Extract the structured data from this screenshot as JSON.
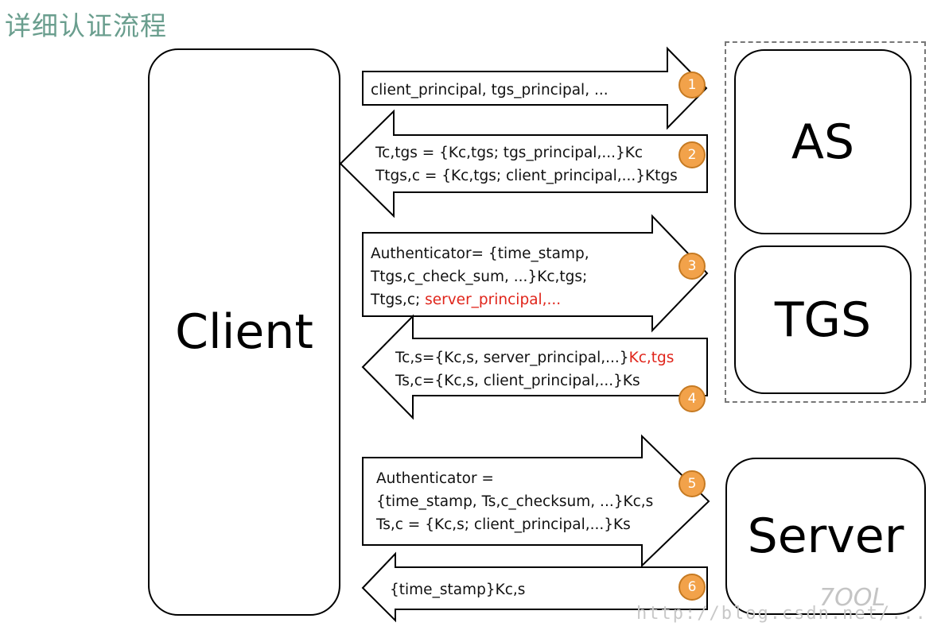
{
  "title": "详细认证流程",
  "nodes": {
    "client": "Client",
    "as": "AS",
    "tgs": "TGS",
    "server": "Server"
  },
  "messages": [
    {
      "step": "1",
      "direction": "right",
      "lines": [
        [
          {
            "text": "client_principal, tgs_principal, ..."
          }
        ]
      ]
    },
    {
      "step": "2",
      "direction": "left",
      "lines": [
        [
          {
            "text": "Tc,tgs = {Kc,tgs; tgs_principal,...}Kc"
          }
        ],
        [
          {
            "text": "Ttgs,c = {Kc,tgs; client_principal,...}Ktgs"
          }
        ]
      ]
    },
    {
      "step": "3",
      "direction": "right",
      "lines": [
        [
          {
            "text": "Authenticator= {time_stamp,"
          }
        ],
        [
          {
            "text": "Ttgs,c_check_sum, ...}Kc,tgs;"
          }
        ],
        [
          {
            "text": "Ttgs,c; "
          },
          {
            "text": "server_principal,...",
            "highlight": true
          }
        ]
      ]
    },
    {
      "step": "4",
      "direction": "left",
      "lines": [
        [
          {
            "text": "Tc,s={Kc,s, server_principal,...}"
          },
          {
            "text": "Kc,tgs",
            "highlight": true
          }
        ],
        [
          {
            "text": "Ts,c={Kc,s, client_principal,...}Ks"
          }
        ]
      ]
    },
    {
      "step": "5",
      "direction": "right",
      "lines": [
        [
          {
            "text": "Authenticator ="
          }
        ],
        [
          {
            "text": "{time_stamp, Ts,c_checksum, ...}Kc,s"
          }
        ],
        [
          {
            "text": "Ts,c = {Kc,s; client_principal,...}Ks"
          }
        ]
      ]
    },
    {
      "step": "6",
      "direction": "left",
      "lines": [
        [
          {
            "text": "{time_stamp}Kc,s"
          }
        ]
      ]
    }
  ],
  "watermark": "http://blog.csdn.net/...",
  "logo": "7OOL",
  "colors": {
    "title": "#6a9e8e",
    "highlight": "#e0251b",
    "badge": "#f2a24a"
  }
}
